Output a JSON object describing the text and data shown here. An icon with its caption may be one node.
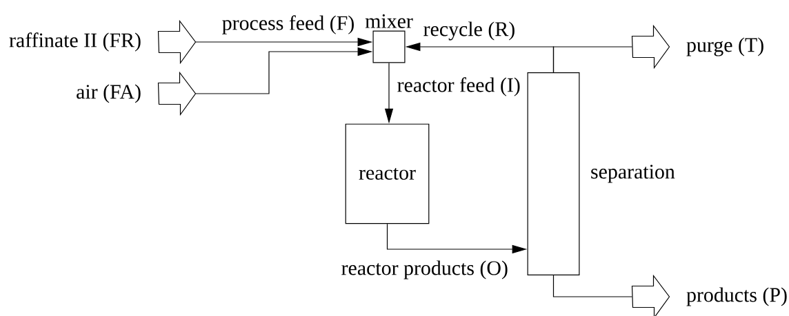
{
  "diagram": {
    "nodes": [
      {
        "text": [],
        "shape": "arrow",
        "beside": [
          "raffinate II (FR)"
        ]
      },
      {
        "text": [],
        "shape": "arrow",
        "beside": [
          "air (FA)"
        ]
      },
      {
        "text": [
          "mixer"
        ]
      },
      {
        "text": [
          "reactor"
        ]
      },
      {
        "text": [
          "separation"
        ]
      },
      {
        "text": [],
        "shape": "arrow",
        "beside": [
          "purge (T)"
        ]
      },
      {
        "text": [],
        "shape": "arrow",
        "beside": [
          "products (P)"
        ]
      }
    ],
    "edges": [
      {
        "from": 0,
        "to": 2,
        "arrow": "to",
        "label": "process feed (F)"
      },
      {
        "from": 1,
        "to": 2,
        "arrow": "to"
      },
      {
        "from": 2,
        "to": 3,
        "arrow": "to",
        "label": "reactor feed (I)"
      },
      {
        "from": 3,
        "to": 4,
        "arrow": "to",
        "label": "reactor products (O)"
      },
      {
        "from": 4,
        "to": 2,
        "arrow": "to",
        "label": "recycle (R)"
      },
      {
        "from": 4,
        "to": 5,
        "arrow": "none"
      },
      {
        "from": 4,
        "to": 6,
        "arrow": "none"
      }
    ]
  }
}
